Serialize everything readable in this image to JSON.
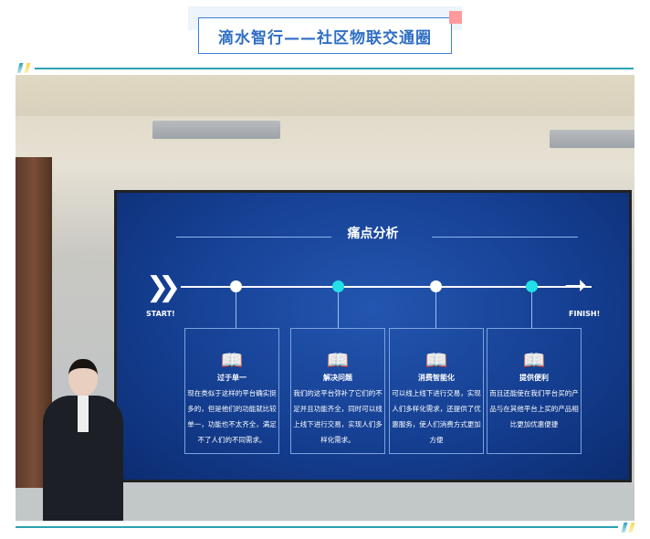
{
  "header": {
    "title": "滴水智行——社区物联交通圈"
  },
  "slide": {
    "title": "痛点分析",
    "start": "START!",
    "finish": "FINISH!",
    "cards": [
      {
        "icon": "book-icon",
        "heading": "过于单一",
        "text": "现在类似于这样的平台确实挺多的，但是他们的功能就比较单一，功能也不太齐全，满足不了人们的不同需求。"
      },
      {
        "icon": "book-icon",
        "heading": "解决问题",
        "text": "我们的这平台弥补了它们的不足并且功能齐全，同时可以线上线下进行交易，实现人们多样化需求。"
      },
      {
        "icon": "book-icon",
        "heading": "消费智能化",
        "text": "可以线上线下进行交易，实现人们多样化需求，还提供了优惠服务，使人们消费方式更加方便"
      },
      {
        "icon": "book-icon",
        "heading": "提供便利",
        "text": "而且还能使在我们平台买的产品与在其他平台上买的产品相比更加优惠便捷"
      }
    ]
  },
  "colors": {
    "accent": "#2f6ec5",
    "line": "#2aa2b3",
    "pink": "#fc9a9c",
    "node_cyan": "#22e0e8"
  }
}
